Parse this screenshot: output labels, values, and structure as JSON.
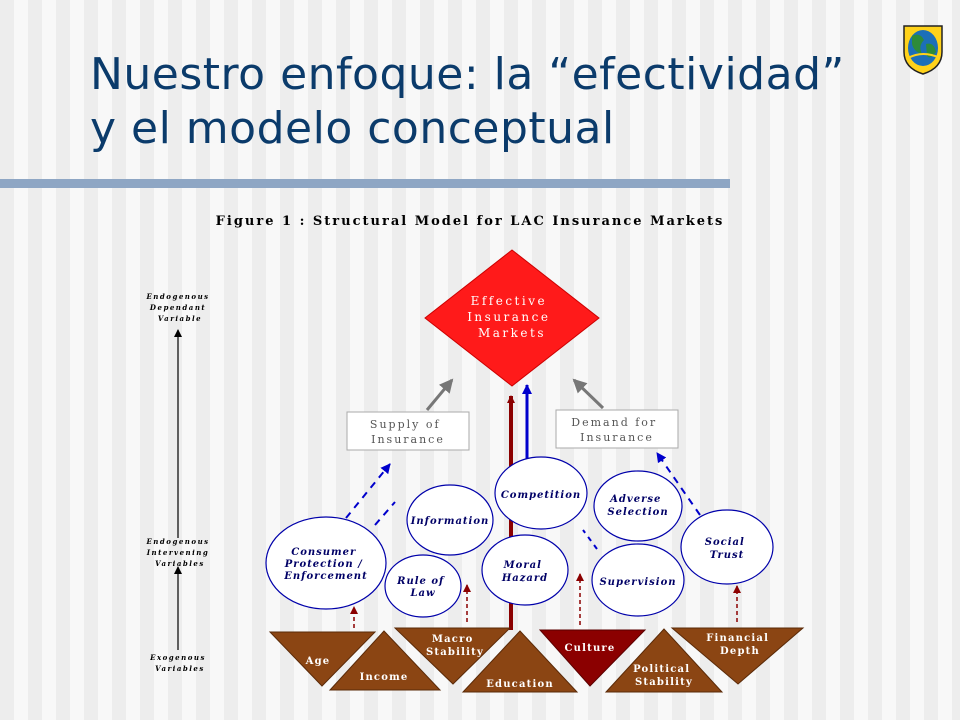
{
  "slide": {
    "title_line1": "Nuestro enfoque: la “efectividad”",
    "title_line2": "y el modelo conceptual"
  },
  "figure": {
    "title": "Figure 1 : Structural Model for LAC Insurance Markets",
    "levels": {
      "dependant": [
        "Endogenous",
        "Dependant",
        "Variable"
      ],
      "intervening": [
        "Endogenous",
        "Intervening",
        "Variables"
      ],
      "exogenous": [
        "Exogenous",
        "Variables"
      ]
    },
    "outcome": [
      "Effective",
      "Insurance",
      "Markets"
    ],
    "supply": [
      "Supply of",
      "Insurance"
    ],
    "demand": [
      "Demand for",
      "Insurance"
    ],
    "circles": {
      "consumer": [
        "Consumer",
        "Protection /",
        "Enforcement"
      ],
      "information": [
        "Information"
      ],
      "rule_of_law": [
        "Rule of",
        "Law"
      ],
      "competition": [
        "Competition"
      ],
      "moral_hazard": [
        "Moral",
        "Hazard"
      ],
      "adverse_selection": [
        "Adverse",
        "Selection"
      ],
      "supervision": [
        "Supervision"
      ],
      "social_trust": [
        "Social",
        "Trust"
      ]
    },
    "triangles": {
      "age": [
        "Age"
      ],
      "income": [
        "Income"
      ],
      "macro": [
        "Macro",
        "Stability"
      ],
      "education": [
        "Education"
      ],
      "culture": [
        "Culture"
      ],
      "political": [
        "Political",
        "Stability"
      ],
      "financial": [
        "Financial",
        "Depth"
      ]
    }
  },
  "colors": {
    "title": "#0b3b6b",
    "diamond": "#ff1a1a",
    "brown": "#8b4513",
    "culture": "#8b0000",
    "arrow_blue": "#0000cc",
    "arrow_red": "#8b0000",
    "circle_stroke": "#0000aa"
  }
}
